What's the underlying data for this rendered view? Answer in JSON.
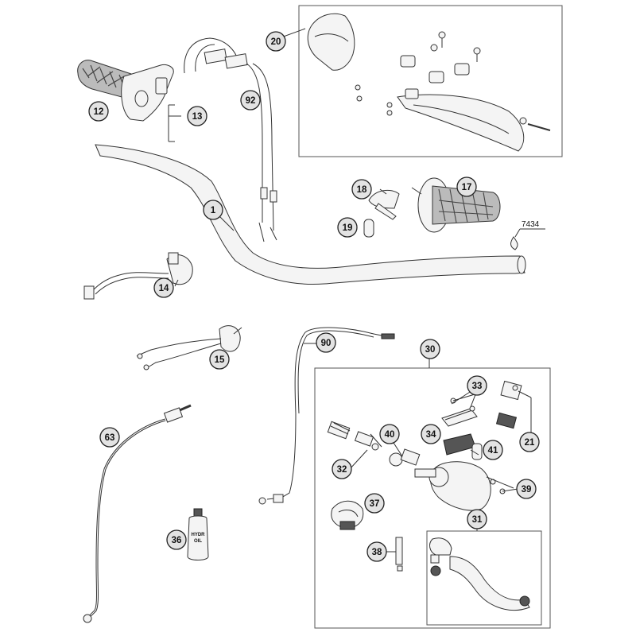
{
  "callouts": [
    {
      "id": "c12",
      "label": "12"
    },
    {
      "id": "c13",
      "label": "13"
    },
    {
      "id": "c92",
      "label": "92"
    },
    {
      "id": "c20",
      "label": "20"
    },
    {
      "id": "c1",
      "label": "1"
    },
    {
      "id": "c18",
      "label": "18"
    },
    {
      "id": "c17",
      "label": "17"
    },
    {
      "id": "c19",
      "label": "19"
    },
    {
      "id": "c14",
      "label": "14"
    },
    {
      "id": "c90",
      "label": "90"
    },
    {
      "id": "c30",
      "label": "30"
    },
    {
      "id": "c15",
      "label": "15"
    },
    {
      "id": "c33",
      "label": "33"
    },
    {
      "id": "c21",
      "label": "21"
    },
    {
      "id": "c40",
      "label": "40"
    },
    {
      "id": "c34",
      "label": "34"
    },
    {
      "id": "c41",
      "label": "41"
    },
    {
      "id": "c63",
      "label": "63"
    },
    {
      "id": "c32",
      "label": "32"
    },
    {
      "id": "c39",
      "label": "39"
    },
    {
      "id": "c37",
      "label": "37"
    },
    {
      "id": "c31",
      "label": "31"
    },
    {
      "id": "c36",
      "label": "36"
    },
    {
      "id": "c38",
      "label": "38"
    }
  ],
  "reference_code": "7434",
  "oil_bottle_label_line1": "HYDR",
  "oil_bottle_label_line2": "OIL"
}
